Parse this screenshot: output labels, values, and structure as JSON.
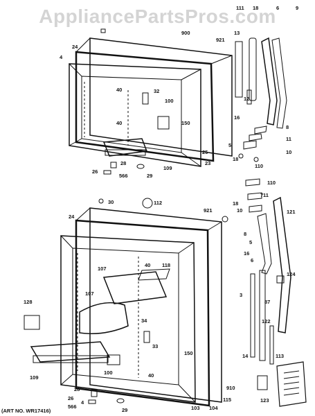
{
  "watermark": "AppliancePartsPros.com",
  "art_number": "(ART NO. WR17416)",
  "callouts": [
    {
      "id": "c-111",
      "text": "111"
    },
    {
      "id": "c-18a",
      "text": "18"
    },
    {
      "id": "c-6a",
      "text": "6"
    },
    {
      "id": "c-9",
      "text": "9"
    },
    {
      "id": "c-13",
      "text": "13"
    },
    {
      "id": "c-900",
      "text": "900"
    },
    {
      "id": "c-921a",
      "text": "921"
    },
    {
      "id": "c-24a",
      "text": "24"
    },
    {
      "id": "c-4a",
      "text": "4"
    },
    {
      "id": "c-40a",
      "text": "40"
    },
    {
      "id": "c-32",
      "text": "32"
    },
    {
      "id": "c-100a",
      "text": "100"
    },
    {
      "id": "c-40b",
      "text": "40"
    },
    {
      "id": "c-150a",
      "text": "150"
    },
    {
      "id": "c-12",
      "text": "12"
    },
    {
      "id": "c-16a",
      "text": "16"
    },
    {
      "id": "c-5a",
      "text": "5"
    },
    {
      "id": "c-8a",
      "text": "8"
    },
    {
      "id": "c-11a",
      "text": "11"
    },
    {
      "id": "c-10a",
      "text": "10"
    },
    {
      "id": "c-18b",
      "text": "18"
    },
    {
      "id": "c-110a",
      "text": "110"
    },
    {
      "id": "c-25",
      "text": "25"
    },
    {
      "id": "c-23",
      "text": "23"
    },
    {
      "id": "c-28a",
      "text": "28"
    },
    {
      "id": "c-26a",
      "text": "26"
    },
    {
      "id": "c-566a",
      "text": "566"
    },
    {
      "id": "c-29a",
      "text": "29"
    },
    {
      "id": "c-109a",
      "text": "109"
    },
    {
      "id": "c-110b",
      "text": "110"
    },
    {
      "id": "c-7",
      "text": "7"
    },
    {
      "id": "c-11b",
      "text": "11"
    },
    {
      "id": "c-18c",
      "text": "18"
    },
    {
      "id": "c-10b",
      "text": "10"
    },
    {
      "id": "c-30",
      "text": "30"
    },
    {
      "id": "c-112",
      "text": "112"
    },
    {
      "id": "c-921b",
      "text": "921"
    },
    {
      "id": "c-121",
      "text": "121"
    },
    {
      "id": "c-24b",
      "text": "24"
    },
    {
      "id": "c-8b",
      "text": "8"
    },
    {
      "id": "c-5b",
      "text": "5"
    },
    {
      "id": "c-107a",
      "text": "107"
    },
    {
      "id": "c-40c",
      "text": "40"
    },
    {
      "id": "c-118",
      "text": "118"
    },
    {
      "id": "c-16b",
      "text": "16"
    },
    {
      "id": "c-6b",
      "text": "6"
    },
    {
      "id": "c-124",
      "text": "124"
    },
    {
      "id": "c-128",
      "text": "128"
    },
    {
      "id": "c-107b",
      "text": "107"
    },
    {
      "id": "c-3",
      "text": "3"
    },
    {
      "id": "c-87",
      "text": "87"
    },
    {
      "id": "c-34",
      "text": "34"
    },
    {
      "id": "c-33",
      "text": "33"
    },
    {
      "id": "c-122",
      "text": "122"
    },
    {
      "id": "c-14",
      "text": "14"
    },
    {
      "id": "c-113",
      "text": "113"
    },
    {
      "id": "c-109b",
      "text": "109"
    },
    {
      "id": "c-100b",
      "text": "100"
    },
    {
      "id": "c-150b",
      "text": "150"
    },
    {
      "id": "c-28b",
      "text": "28"
    },
    {
      "id": "c-40d",
      "text": "40"
    },
    {
      "id": "c-910",
      "text": "910"
    },
    {
      "id": "c-123",
      "text": "123"
    },
    {
      "id": "c-26b",
      "text": "26"
    },
    {
      "id": "c-4b",
      "text": "4"
    },
    {
      "id": "c-566b",
      "text": "566"
    },
    {
      "id": "c-29b",
      "text": "29"
    },
    {
      "id": "c-103",
      "text": "103"
    },
    {
      "id": "c-104",
      "text": "104"
    },
    {
      "id": "c-115",
      "text": "115"
    }
  ]
}
